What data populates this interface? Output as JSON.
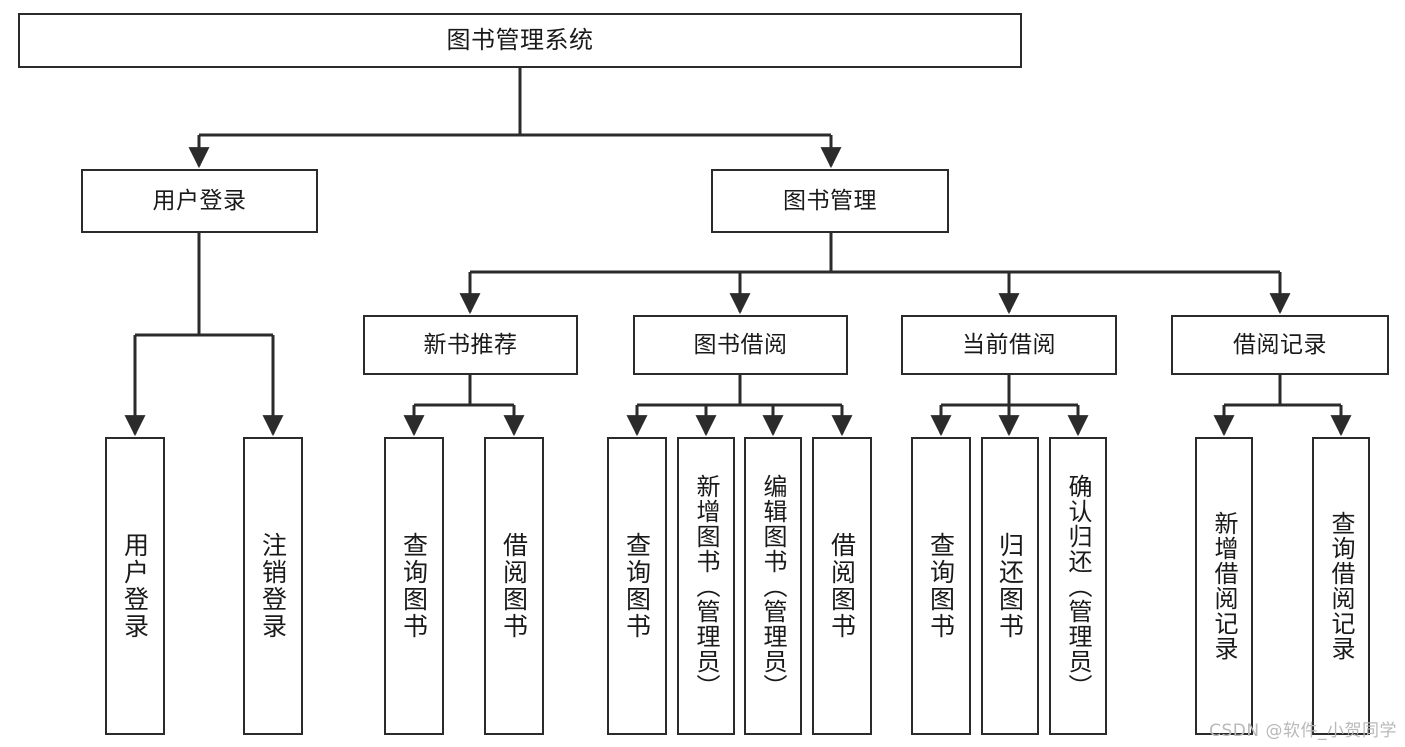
{
  "diagram": {
    "title": "图书管理系统",
    "type": "tree-hierarchy",
    "root": {
      "id": "root",
      "label": "图书管理系统"
    },
    "level1": [
      {
        "id": "user-login",
        "label": "用户登录"
      },
      {
        "id": "book-manage",
        "label": "图书管理"
      }
    ],
    "level2": [
      {
        "id": "new-book-rec",
        "label": "新书推荐",
        "parent": "book-manage"
      },
      {
        "id": "book-borrow",
        "label": "图书借阅",
        "parent": "book-manage"
      },
      {
        "id": "current-borrow",
        "label": "当前借阅",
        "parent": "book-manage"
      },
      {
        "id": "borrow-record",
        "label": "借阅记录",
        "parent": "book-manage"
      }
    ],
    "leaves": {
      "user-login": [
        {
          "id": "leaf-user-login",
          "label": "用户登录"
        },
        {
          "id": "leaf-logout",
          "label": "注销登录"
        }
      ],
      "new-book-rec": [
        {
          "id": "leaf-query-book-1",
          "label": "查询图书"
        },
        {
          "id": "leaf-borrow-book-1",
          "label": "借阅图书"
        }
      ],
      "book-borrow": [
        {
          "id": "leaf-query-book-2",
          "label": "查询图书"
        },
        {
          "id": "leaf-add-book",
          "label": "新增图书（管理员）"
        },
        {
          "id": "leaf-edit-book",
          "label": "编辑图书（管理员）"
        },
        {
          "id": "leaf-borrow-book-2",
          "label": "借阅图书"
        }
      ],
      "current-borrow": [
        {
          "id": "leaf-query-book-3",
          "label": "查询图书"
        },
        {
          "id": "leaf-return-book",
          "label": "归还图书"
        },
        {
          "id": "leaf-confirm-return",
          "label": "确认归还（管理员）"
        }
      ],
      "borrow-record": [
        {
          "id": "leaf-add-record",
          "label": "新增借阅记录"
        },
        {
          "id": "leaf-query-record",
          "label": "查询借阅记录"
        }
      ]
    }
  },
  "watermark": {
    "text": "CSDN @软件_小贺同学"
  },
  "colors": {
    "stroke": "#2b2b2b",
    "background": "#ffffff",
    "text": "#1a1a1a",
    "watermark": "#b9b9b9"
  }
}
